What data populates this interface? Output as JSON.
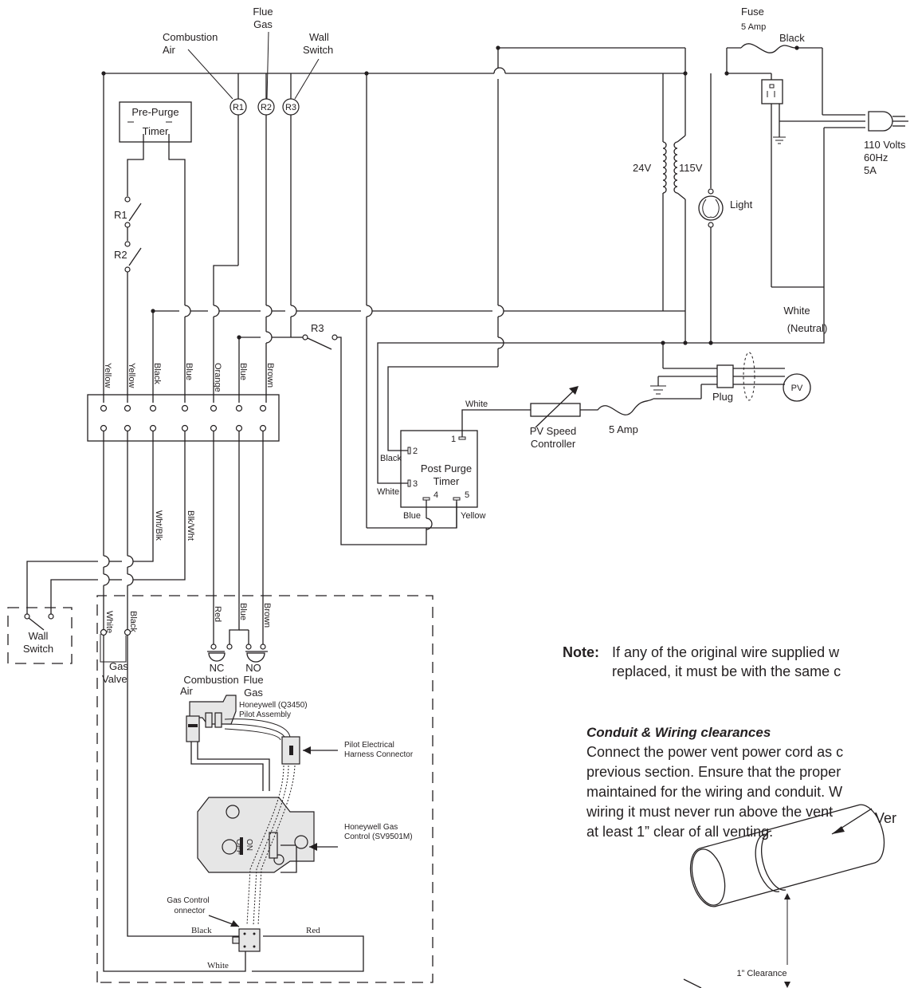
{
  "relays": [
    {
      "id": "R1",
      "caption": "Combustion Air"
    },
    {
      "id": "R2",
      "caption": "Flue Gas"
    },
    {
      "id": "R3",
      "caption": "Wall Switch"
    }
  ],
  "captions": {
    "combustion_air_1": "Combustion",
    "combustion_air_2": "Air",
    "flue_gas_1": "Flue",
    "flue_gas_2": "Gas",
    "wall_switch_1": "Wall",
    "wall_switch_2": "Switch"
  },
  "pre_purge_timer": {
    "line1": "Pre-Purge",
    "line2": "Timer"
  },
  "switch_labels": {
    "r1": "R1",
    "r2": "R2",
    "r3": "R3"
  },
  "power": {
    "fuse": "Fuse",
    "fuse_rating": "5 Amp",
    "black": "Black",
    "volts": "110 Volts",
    "hz": "60Hz",
    "amps": "5A",
    "v24": "24V",
    "v115": "115V",
    "light": "Light",
    "white": "White",
    "neutral": "(Neutral)"
  },
  "terminal_wires_top": [
    "Yellow",
    "Yellow",
    "Black",
    "Blue",
    "Orange",
    "Blue",
    "Brown"
  ],
  "terminal_wires_bottom": {
    "wht_blk": "Wht/Blk",
    "blk_wht": "Blk/Wht",
    "white": "White",
    "black": "Black",
    "red": "Red",
    "blue": "Blue",
    "brown": "Brown"
  },
  "pressure_switches": {
    "nc": "NC",
    "no": "NO",
    "combustion": "Combustion",
    "air": "Air",
    "flue": "Flue",
    "gas": "Gas"
  },
  "wall_switch_box": {
    "line1": "Wall",
    "line2": "Switch"
  },
  "gas_valve": {
    "line1": "Gas",
    "line2": "Valve"
  },
  "post_purge_timer": {
    "line1": "Post Purge",
    "line2": "Timer",
    "t1": "1",
    "t2": "2",
    "t3": "3",
    "t4": "4",
    "t5": "5",
    "black": "Black",
    "white": "White",
    "blue": "Blue",
    "yellow": "Yellow"
  },
  "pv_speed": {
    "white": "White",
    "line1": "PV Speed",
    "line2": "Controller",
    "fuse": "5 Amp",
    "plug": "Plug",
    "pv": "PV"
  },
  "components": {
    "pilot_1": "Honeywell (Q3450)",
    "pilot_2": "Pilot Assembly",
    "harness_1": "Pilot Electrical",
    "harness_2": "Harness Connector",
    "gasctl_1": "Honeywell Gas",
    "gasctl_2": "Control (SV9501M)",
    "connector_1": "Gas Control",
    "connector_2": "onnector",
    "black": "Black",
    "red": "Red",
    "white": "White",
    "off": "OFF",
    "on": "ON"
  },
  "note": {
    "label": "Note:",
    "line1": "If any of the original wire supplied w",
    "line2": "replaced, it must be with the same c"
  },
  "clearance": {
    "heading": "Conduit & Wiring clearances",
    "line1": "Connect the power vent power cord as c",
    "line2": "previous section. Ensure that the proper",
    "line3": "maintained for the wiring and conduit. W",
    "line4": "wiring it must never run above the vent",
    "line5": "at least 1” clear of all venting.",
    "vent": "Ver",
    "clear": "1” Clearance"
  }
}
